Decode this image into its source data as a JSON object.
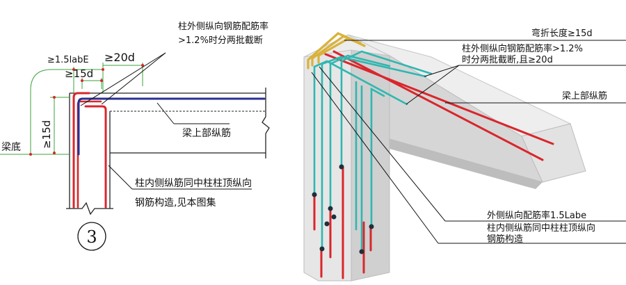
{
  "left_detail": {
    "dims": {
      "la": "≥1.5labE",
      "twenty_d": "≥20d",
      "fifteen_d_top": "≥15d",
      "fifteen_d_side": "≥15d"
    },
    "labels": {
      "outer_ratio_line1": "柱外侧纵向钢筋配筋率",
      "outer_ratio_line2": ">1.2%时分两批截断",
      "beam_top": "梁上部纵筋",
      "beam_bottom": "梁底",
      "inner_line1": "柱内侧纵筋同中柱柱顶纵向",
      "inner_line2": "钢筋构造,见本图集"
    },
    "detail_number": "3"
  },
  "right_3d": {
    "labels": {
      "bend_length": "弯折长度≥15d",
      "outer_ratio_line1": "柱外侧纵向钢筋配筋率>1.2%",
      "outer_ratio_line2": "时分两批截断,且≥20d",
      "beam_top": "梁上部纵筋",
      "outer_long": "外侧纵向配筋率1.5Labe",
      "inner_line1": "柱内侧纵筋同中柱柱顶纵向",
      "inner_line2": "钢筋构造"
    }
  },
  "colors": {
    "red_bar": "#d9262c",
    "blue_bar": "#2b2f8f",
    "cyan_bar": "#2fb7b0",
    "green_dim": "#3aa33a",
    "concrete": "#d9d9d9"
  }
}
